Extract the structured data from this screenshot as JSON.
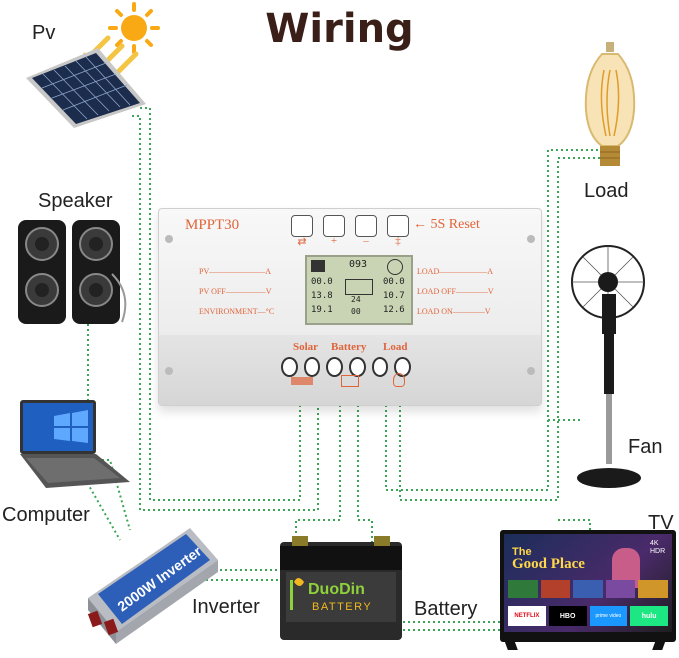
{
  "title": "Wiring",
  "devices": {
    "pv": "Pv",
    "speaker": "Speaker",
    "computer": "Computer",
    "inverter": "Inverter",
    "battery": "Battery",
    "load": "Load",
    "fan": "Fan",
    "tv": "TV"
  },
  "controller": {
    "model": "MPPT30",
    "reset": "← 5S Reset",
    "button_symbols": [
      "⇄",
      "+",
      "–",
      "‡"
    ],
    "left_labels": [
      "PV———————A",
      "PV OFF—————V",
      "ENVIRONMENT—°C"
    ],
    "right_labels": [
      "LOAD——————A",
      "LOAD OFF————V",
      "LOAD ON————V"
    ],
    "terminal_labels": [
      "Solar",
      "Battery",
      "Load"
    ],
    "lcd": {
      "top": "093",
      "l1": "00.0",
      "l2": "13.8",
      "l3": "19.1",
      "r1": "00.0",
      "r2": "10.7",
      "r3": "12.6",
      "mid1": "24",
      "mid2": "00"
    }
  },
  "inverter_print": "2000W Inverter",
  "battery_brand": "DuoDin",
  "battery_sub": "BATTERY",
  "tv_screen": {
    "show_title_top": "The",
    "show_title": "Good Place",
    "badge": "4K HDR",
    "apps": [
      "NETFLIX",
      "HBO",
      "prime video",
      "hulu"
    ]
  },
  "colors": {
    "wire": "#3aa655",
    "accent": "#e0643a",
    "title": "#3a1e18"
  }
}
